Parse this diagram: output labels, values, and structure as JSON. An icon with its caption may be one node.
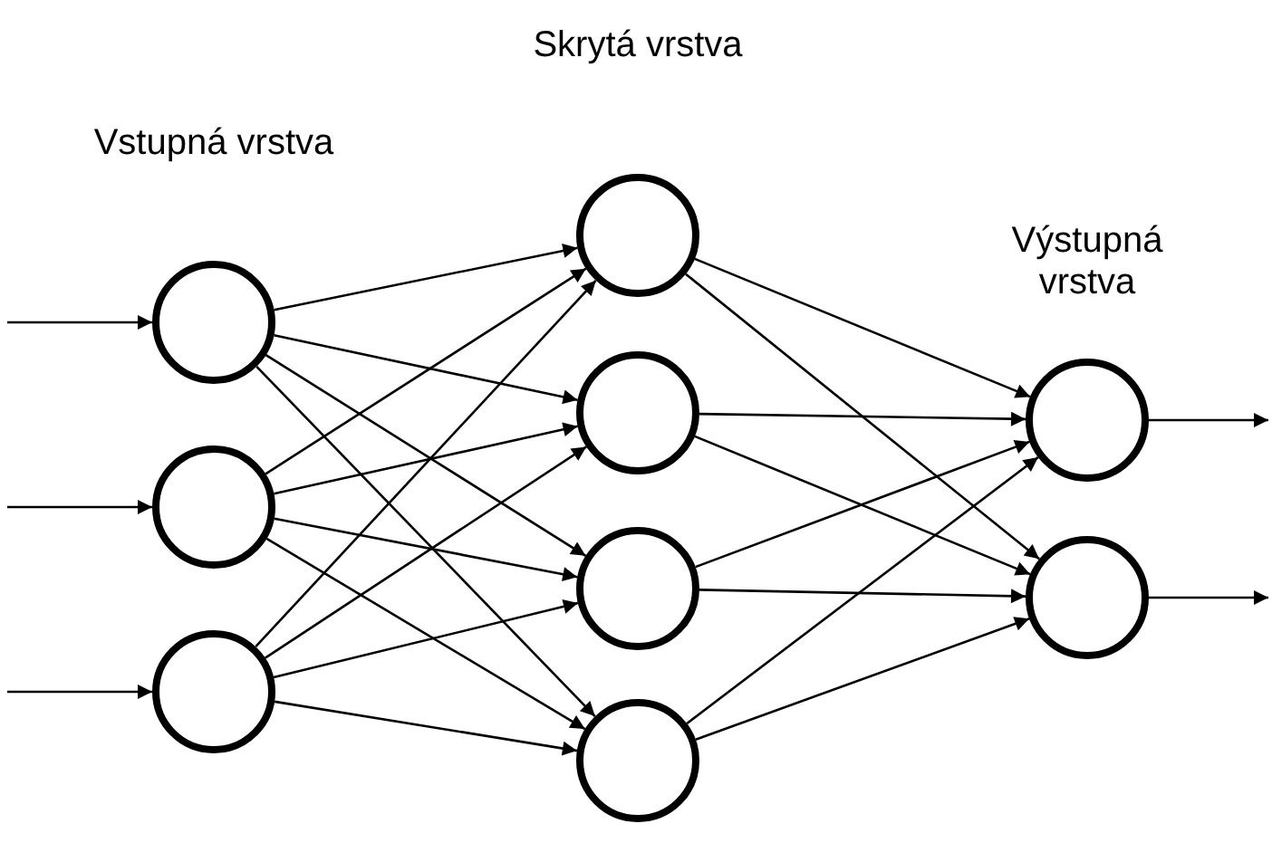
{
  "diagram": {
    "nodes": [
      {
        "text": [],
        "shape": "circle"
      },
      {
        "text": [],
        "shape": "circle"
      },
      {
        "text": [],
        "shape": "circle"
      },
      {
        "text": [],
        "shape": "circle"
      },
      {
        "text": [],
        "shape": "circle"
      },
      {
        "text": [],
        "shape": "circle"
      },
      {
        "text": [],
        "shape": "circle"
      },
      {
        "text": [],
        "shape": "circle"
      },
      {
        "text": [],
        "shape": "circle"
      }
    ],
    "edges": [
      {
        "from": null,
        "to": 0,
        "arrow": "to"
      },
      {
        "from": null,
        "to": 1,
        "arrow": "to"
      },
      {
        "from": null,
        "to": 2,
        "arrow": "to"
      },
      {
        "from": 0,
        "to": 3,
        "arrow": "to"
      },
      {
        "from": 0,
        "to": 4,
        "arrow": "to"
      },
      {
        "from": 0,
        "to": 5,
        "arrow": "to"
      },
      {
        "from": 0,
        "to": 6,
        "arrow": "to"
      },
      {
        "from": 1,
        "to": 3,
        "arrow": "to"
      },
      {
        "from": 1,
        "to": 4,
        "arrow": "to"
      },
      {
        "from": 1,
        "to": 5,
        "arrow": "to"
      },
      {
        "from": 1,
        "to": 6,
        "arrow": "to"
      },
      {
        "from": 2,
        "to": 3,
        "arrow": "to"
      },
      {
        "from": 2,
        "to": 4,
        "arrow": "to"
      },
      {
        "from": 2,
        "to": 5,
        "arrow": "to"
      },
      {
        "from": 2,
        "to": 6,
        "arrow": "to"
      },
      {
        "from": 3,
        "to": 7,
        "arrow": "to"
      },
      {
        "from": 3,
        "to": 8,
        "arrow": "to"
      },
      {
        "from": 4,
        "to": 7,
        "arrow": "to"
      },
      {
        "from": 4,
        "to": 8,
        "arrow": "to"
      },
      {
        "from": 5,
        "to": 7,
        "arrow": "to"
      },
      {
        "from": 5,
        "to": 8,
        "arrow": "to"
      },
      {
        "from": 6,
        "to": 7,
        "arrow": "to"
      },
      {
        "from": 6,
        "to": 8,
        "arrow": "to"
      },
      {
        "from": 7,
        "to": null,
        "arrow": "to"
      },
      {
        "from": 8,
        "to": null,
        "arrow": "to"
      }
    ],
    "labels": [
      "Vstupná vrstva",
      "Skrytá vrstva",
      "Výstupná vrstva"
    ]
  }
}
